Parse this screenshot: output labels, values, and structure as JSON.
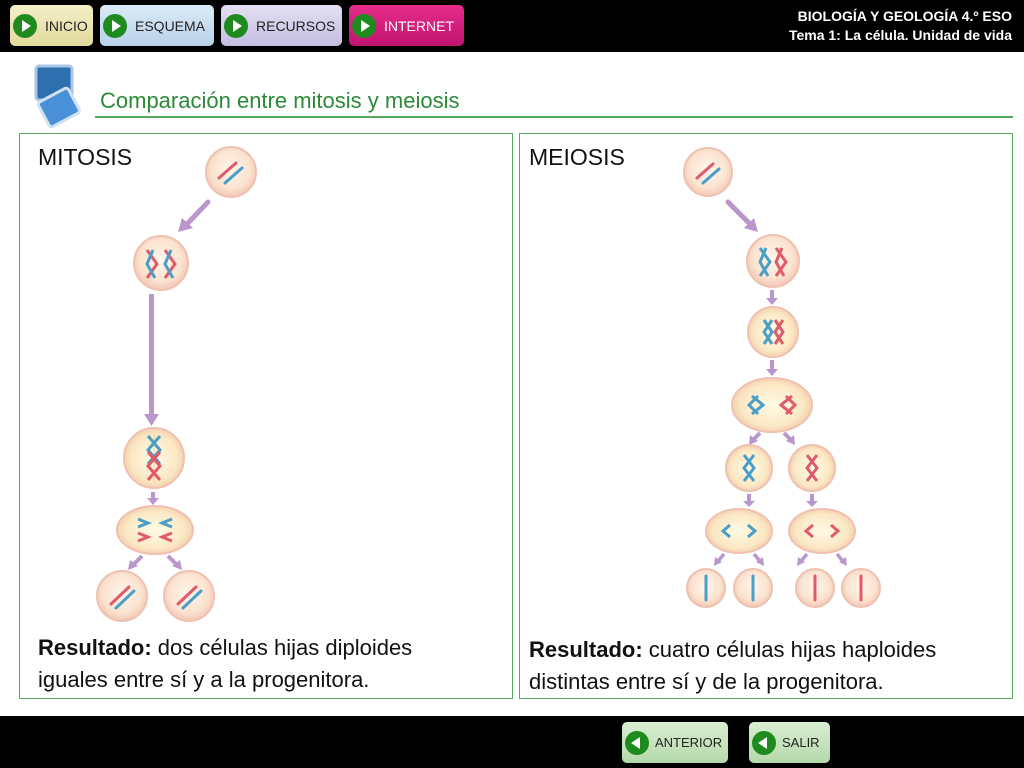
{
  "nav": {
    "inicio": "INICIO",
    "esquema": "ESQUEMA",
    "recursos": "RECURSOS",
    "internet": "INTERNET"
  },
  "course": {
    "subject": "BIOLOGÍA Y GEOLOGÍA 4.º ESO",
    "unit": "Tema 1: La célula. Unidad de vida"
  },
  "page_title": "Comparación entre mitosis y meiosis",
  "mitosis": {
    "title": "MITOSIS",
    "result_label": "Resultado:",
    "result_line1": " dos células hijas diploides",
    "result_line2": "iguales entre sí y a la progenitora."
  },
  "meiosis": {
    "title": "MEIOSIS",
    "result_label": "Resultado:",
    "result_line1": " cuatro células hijas haploides",
    "result_line2": "distintas entre sí y de la progenitora."
  },
  "footer": {
    "anterior": "ANTERIOR",
    "salir": "SALIR"
  },
  "colors": {
    "accent_green": "#2b8a37",
    "panel_border": "#5aa85f",
    "arrow": "#b996cc",
    "cell_fill": "#fbe3cf",
    "chromosome_red": "#e05a6a",
    "chromosome_blue": "#4a9fc8"
  }
}
